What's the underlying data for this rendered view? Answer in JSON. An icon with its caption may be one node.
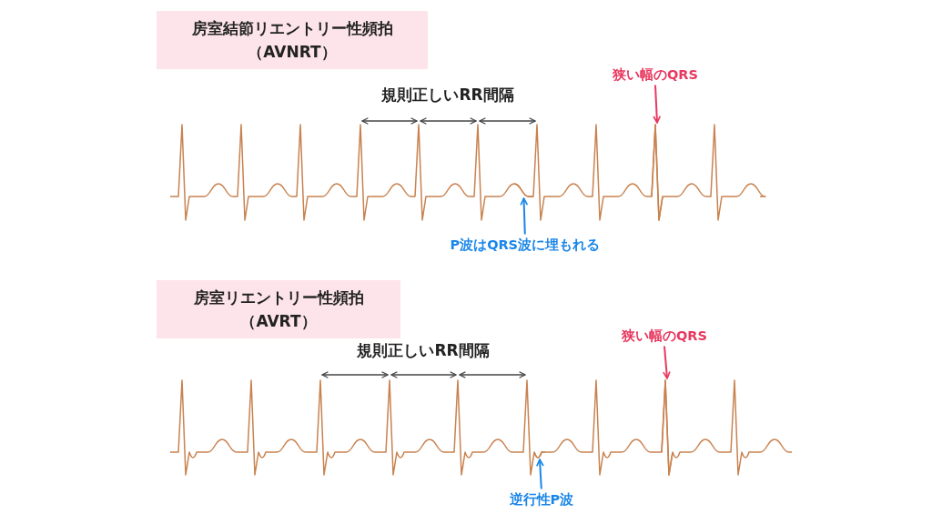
{
  "diagram": {
    "nodes": [
      {
        "text": [
          "房室結節リエントリー性頻拍（AVNRT）"
        ]
      },
      {
        "text": [
          "狭い幅のQRS"
        ]
      },
      {
        "text": [
          "P波はQRS波に埋もれる"
        ]
      },
      {
        "text": [
          "房室リエントリー性頻拍（AVRT）"
        ]
      },
      {
        "text": [
          "狭い幅のQRS"
        ]
      },
      {
        "text": [
          "逆行性P波"
        ]
      },
      {
        "text": [],
        "shape": "picture"
      },
      {
        "text": [],
        "shape": "picture"
      },
      {
        "text": [],
        "shape": "picture"
      },
      {
        "text": [],
        "shape": "picture"
      }
    ],
    "edges": [
      {
        "from": 1,
        "to": 6,
        "arrow": "to",
        "color": "#e8385f"
      },
      {
        "from": 2,
        "to": 7,
        "arrow": "to",
        "color": "#1a86e8"
      },
      {
        "from": 4,
        "to": 8,
        "arrow": "to",
        "color": "#e8385f"
      },
      {
        "from": 5,
        "to": 9,
        "arrow": "to",
        "color": "#1a86e8"
      }
    ],
    "labels": [
      "規則正しいRR間隔",
      "規則正しいRR間隔"
    ]
  }
}
